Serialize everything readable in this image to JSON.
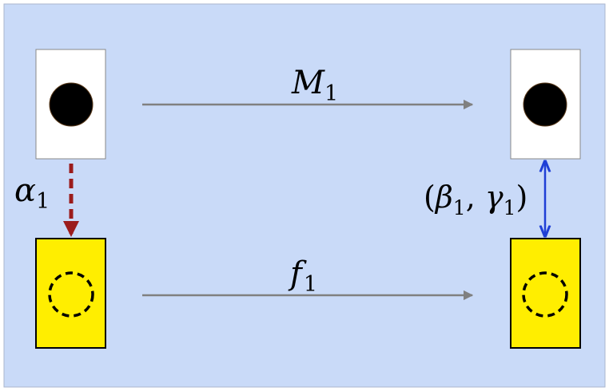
{
  "diagram": {
    "background_color": "#c9daf8",
    "top_arrow_label": {
      "main": "M",
      "sub": "1"
    },
    "bottom_arrow_label": {
      "main": "f",
      "sub": "1"
    },
    "left_arrow_label": {
      "main": "α",
      "sub": "1"
    },
    "right_arrow_label": {
      "open": "(",
      "a": "β",
      "a_sub": "1",
      "comma": ", ",
      "b": "γ",
      "b_sub": "1",
      "close": ")"
    },
    "colors": {
      "top_box_fill": "#ffffff",
      "bottom_box_fill": "#ffee00",
      "arrow_gray": "#808080",
      "dashed_arrow": "#9b1c1c",
      "double_arrow": "#1f3fd6",
      "filled_circle": "#000000"
    }
  }
}
